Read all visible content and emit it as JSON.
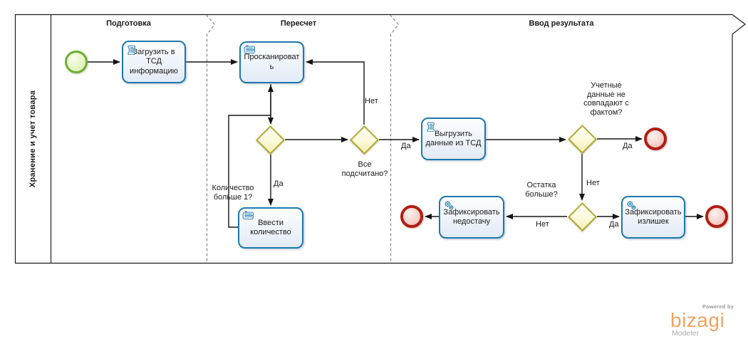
{
  "diagram": {
    "pool_label": "Хранение и учет товара",
    "phases": [
      {
        "label": "Подготовка"
      },
      {
        "label": "Пересчет"
      },
      {
        "label": "Ввод результата"
      }
    ]
  },
  "nodes": {
    "tasks": [
      {
        "label": "Загрузить в ТСД информацию",
        "icon": "script-icon"
      },
      {
        "label": "Просканировать",
        "icon": "manual-hand-icon"
      },
      {
        "label": "Ввести количество",
        "icon": "manual-hand-icon"
      },
      {
        "label": "Выгрузить данные из ТСД",
        "icon": "script-icon"
      },
      {
        "label": "Зафиксировать недостачу",
        "icon": "service-gear-icon"
      },
      {
        "label": "Зафиксировать излишек",
        "icon": "service-gear-icon"
      }
    ],
    "events": {
      "start_count": 1,
      "end_count": 3
    },
    "gateway_count": 4
  },
  "annotations": {
    "quantity_gateway": "Количество больше 1?",
    "all_counted_gateway": "Все подсчитано?",
    "mismatch_gateway": "Учетные данные не совпадают с фактом?",
    "remainder_gateway": "Остатка больше?"
  },
  "flow_labels": {
    "yes": "Да",
    "no": "Нет"
  },
  "branding": {
    "powered_by": "Powered by",
    "name": "bizagi",
    "product": "Modeler"
  },
  "colors": {
    "task_border": "#1e78ad",
    "gateway_border": "#b2ab32",
    "start_border": "#6fae32",
    "end_border": "#b01e12",
    "connector": "#151515",
    "separator": "#7d7d7d",
    "logo_orange": "#f2a35f"
  }
}
